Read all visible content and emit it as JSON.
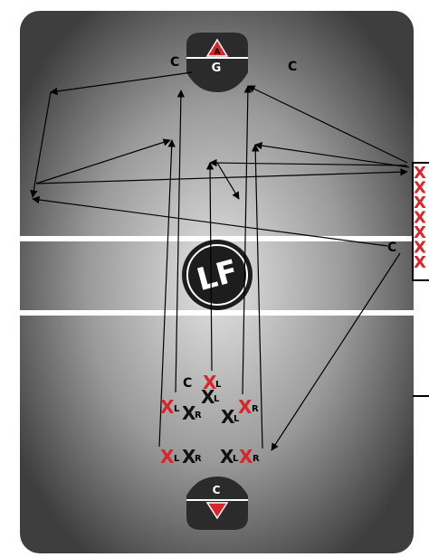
{
  "center_logo": "LF",
  "labels": {
    "top_goalie": "G",
    "top_goal_triangle_letter": "A",
    "bottom_goal_c": "C",
    "top_left_c": "C",
    "top_right_c": "C",
    "right_c": "C",
    "mid_c": "C"
  },
  "players_red": [
    {
      "id": "p1",
      "sub": "L"
    },
    {
      "id": "p2",
      "sub": "L"
    },
    {
      "id": "p3",
      "sub": "L"
    }
  ],
  "players_black": [
    {
      "id": "b1",
      "sub": "L"
    },
    {
      "id": "b2",
      "sub": "R"
    },
    {
      "id": "b3",
      "sub": "L"
    },
    {
      "id": "b4",
      "sub": "R"
    },
    {
      "id": "b5",
      "sub": "L"
    }
  ],
  "players_red_r": [
    {
      "id": "r1",
      "sub": "R"
    },
    {
      "id": "r2",
      "sub": "R"
    }
  ],
  "sideline_x_count": 7,
  "colors": {
    "field_dark": "#3a3a3a",
    "field_light": "#d8d8d8",
    "red": "#d9262b",
    "black": "#1a1a1a",
    "line": "#ffffff"
  }
}
